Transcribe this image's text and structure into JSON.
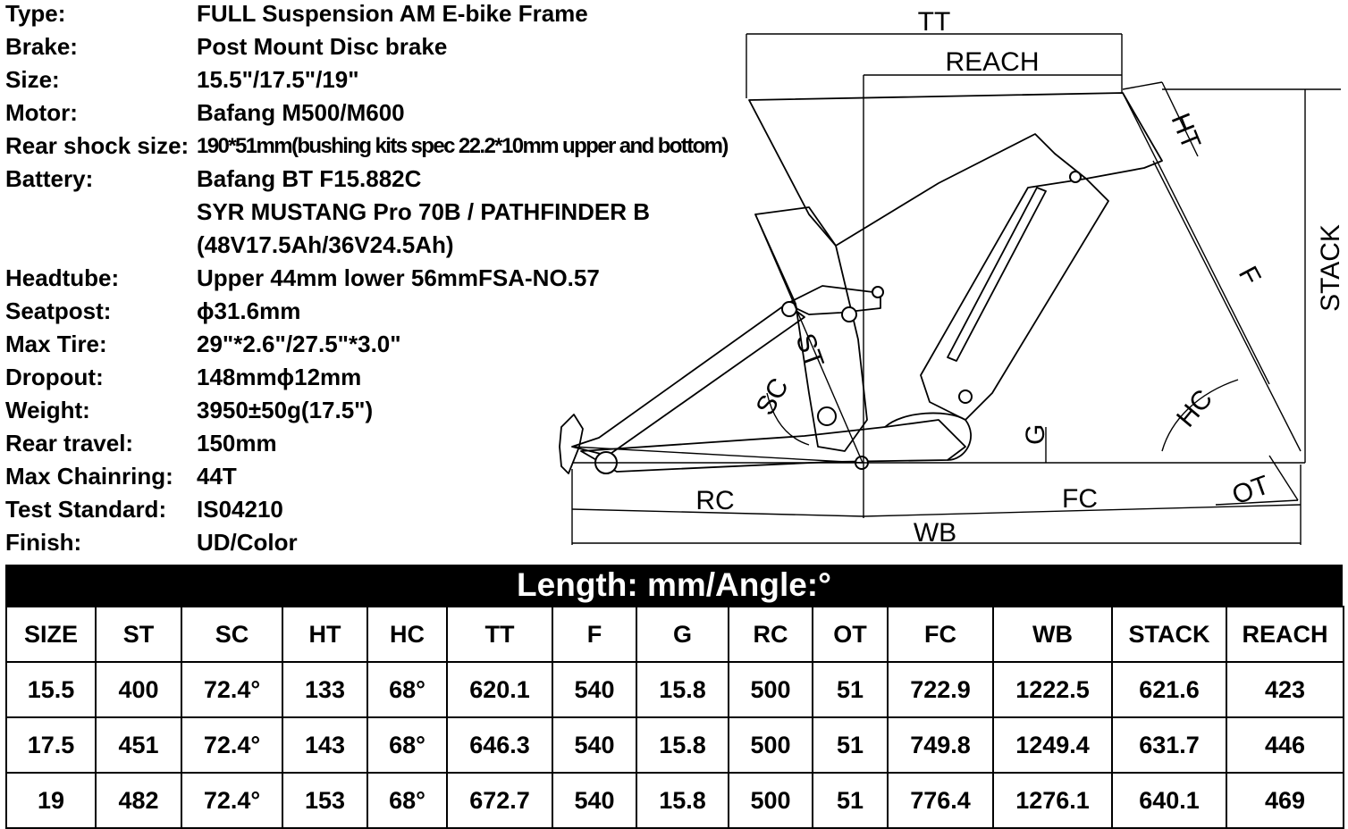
{
  "specs": [
    {
      "label": "Type:",
      "value": "FULL Suspension AM E-bike Frame"
    },
    {
      "label": "Brake:",
      "value": "Post Mount Disc brake"
    },
    {
      "label": "Size:",
      "value": "15.5\"/17.5\"/19\""
    },
    {
      "label": "Motor:",
      "value": "Bafang M500/M600"
    },
    {
      "label": "Rear shock size:",
      "value": "190*51mm(bushing kits spec 22.2*10mm upper and bottom)"
    },
    {
      "label": "Battery:",
      "value": "Bafang BT F15.882C"
    },
    {
      "label": "",
      "value": "SYR MUSTANG Pro 70B / PATHFINDER B"
    },
    {
      "label": "",
      "value": "(48V17.5Ah/36V24.5Ah)"
    },
    {
      "label": "Headtube:",
      "value": "Upper 44mm lower 56mmFSA-NO.57"
    },
    {
      "label": "Seatpost:",
      "value": "ϕ31.6mm"
    },
    {
      "label": "Max Tire:",
      "value": "29\"*2.6\"/27.5\"*3.0\""
    },
    {
      "label": "Dropout:",
      "value": "148mmϕ12mm"
    },
    {
      "label": "Weight:",
      "value": "3950±50g(17.5\")"
    },
    {
      "label": "Rear travel:",
      "value": "150mm"
    },
    {
      "label": "Max Chainring:",
      "value": "44T"
    },
    {
      "label": "Test Standard:",
      "value": "IS04210"
    },
    {
      "label": "Finish:",
      "value": "UD/Color"
    }
  ],
  "diagram": {
    "labels": {
      "tt": "TT",
      "reach": "REACH",
      "ht": "HT",
      "stack": "STACK",
      "f": "F",
      "hc": "HC",
      "st": "ST",
      "sc": "SC",
      "g": "G",
      "ot": "OT",
      "rc": "RC",
      "fc": "FC",
      "wb": "WB"
    }
  },
  "table": {
    "header": "Length: mm/Angle:°",
    "columns": [
      "SIZE",
      "ST",
      "SC",
      "HT",
      "HC",
      "TT",
      "F",
      "G",
      "RC",
      "OT",
      "FC",
      "WB",
      "STACK",
      "REACH"
    ],
    "rows": [
      [
        "15.5",
        "400",
        "72.4°",
        "133",
        "68°",
        "620.1",
        "540",
        "15.8",
        "500",
        "51",
        "722.9",
        "1222.5",
        "621.6",
        "423"
      ],
      [
        "17.5",
        "451",
        "72.4°",
        "143",
        "68°",
        "646.3",
        "540",
        "15.8",
        "500",
        "51",
        "749.8",
        "1249.4",
        "631.7",
        "446"
      ],
      [
        "19",
        "482",
        "72.4°",
        "153",
        "68°",
        "672.7",
        "540",
        "15.8",
        "500",
        "51",
        "776.4",
        "1276.1",
        "640.1",
        "469"
      ]
    ]
  }
}
